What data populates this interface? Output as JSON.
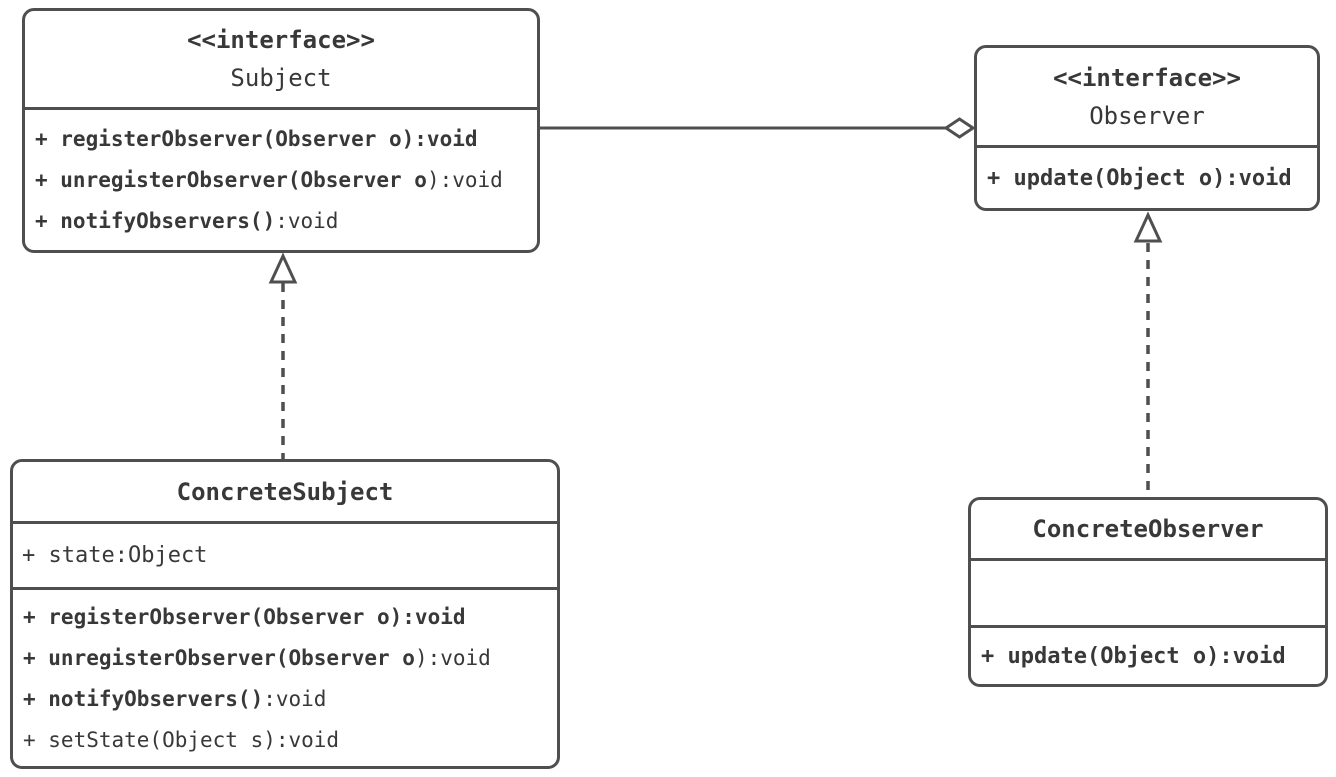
{
  "diagram": {
    "type": "uml-class-diagram",
    "pattern": "Observer",
    "colors": {
      "stroke": "#4f4f4f",
      "text": "#383838",
      "background": "#ffffff",
      "marker_fill": "#ffffff"
    },
    "classes": [
      {
        "id": "subject",
        "stereotype": "<<interface>>",
        "name": "Subject",
        "attributes": [],
        "methods": [
          [
            {
              "text": "+ registerObserver(Observer o):void",
              "bold": true
            }
          ],
          [
            {
              "text": "+ unregisterObserver(Observer o",
              "bold": true
            },
            {
              "text": "):void",
              "bold": false
            }
          ],
          [
            {
              "text": "+ notifyObservers()",
              "bold": true
            },
            {
              "text": ":void",
              "bold": false
            }
          ]
        ]
      },
      {
        "id": "observer",
        "stereotype": "<<interface>>",
        "name": "Observer",
        "attributes": [],
        "methods": [
          [
            {
              "text": "+ update(Object o):void",
              "bold": true
            }
          ]
        ]
      },
      {
        "id": "concrete-subject",
        "stereotype": "",
        "name": "ConcreteSubject",
        "attributes": [
          [
            {
              "text": "+ state:Object",
              "bold": false
            }
          ]
        ],
        "methods": [
          [
            {
              "text": "+ registerObserver(Observer o):void",
              "bold": true
            }
          ],
          [
            {
              "text": "+ unregisterObserver(Observer o",
              "bold": true
            },
            {
              "text": "):void",
              "bold": false
            }
          ],
          [
            {
              "text": "+ notifyObservers()",
              "bold": true
            },
            {
              "text": ":void",
              "bold": false
            }
          ],
          [
            {
              "text": "+ setState(Object s):void",
              "bold": false
            }
          ]
        ]
      },
      {
        "id": "concrete-observer",
        "stereotype": "",
        "name": "ConcreteObserver",
        "attributes": [],
        "methods": [
          [
            {
              "text": "+ update(Object o):void",
              "bold": true
            }
          ]
        ]
      }
    ],
    "relationships": [
      {
        "type": "aggregation",
        "from": "Subject",
        "to": "Observer",
        "line": "solid",
        "marker": "open-diamond"
      },
      {
        "type": "realization",
        "from": "ConcreteSubject",
        "to": "Subject",
        "line": "dashed",
        "marker": "hollow-triangle"
      },
      {
        "type": "realization",
        "from": "ConcreteObserver",
        "to": "Observer",
        "line": "dashed",
        "marker": "hollow-triangle"
      }
    ]
  }
}
